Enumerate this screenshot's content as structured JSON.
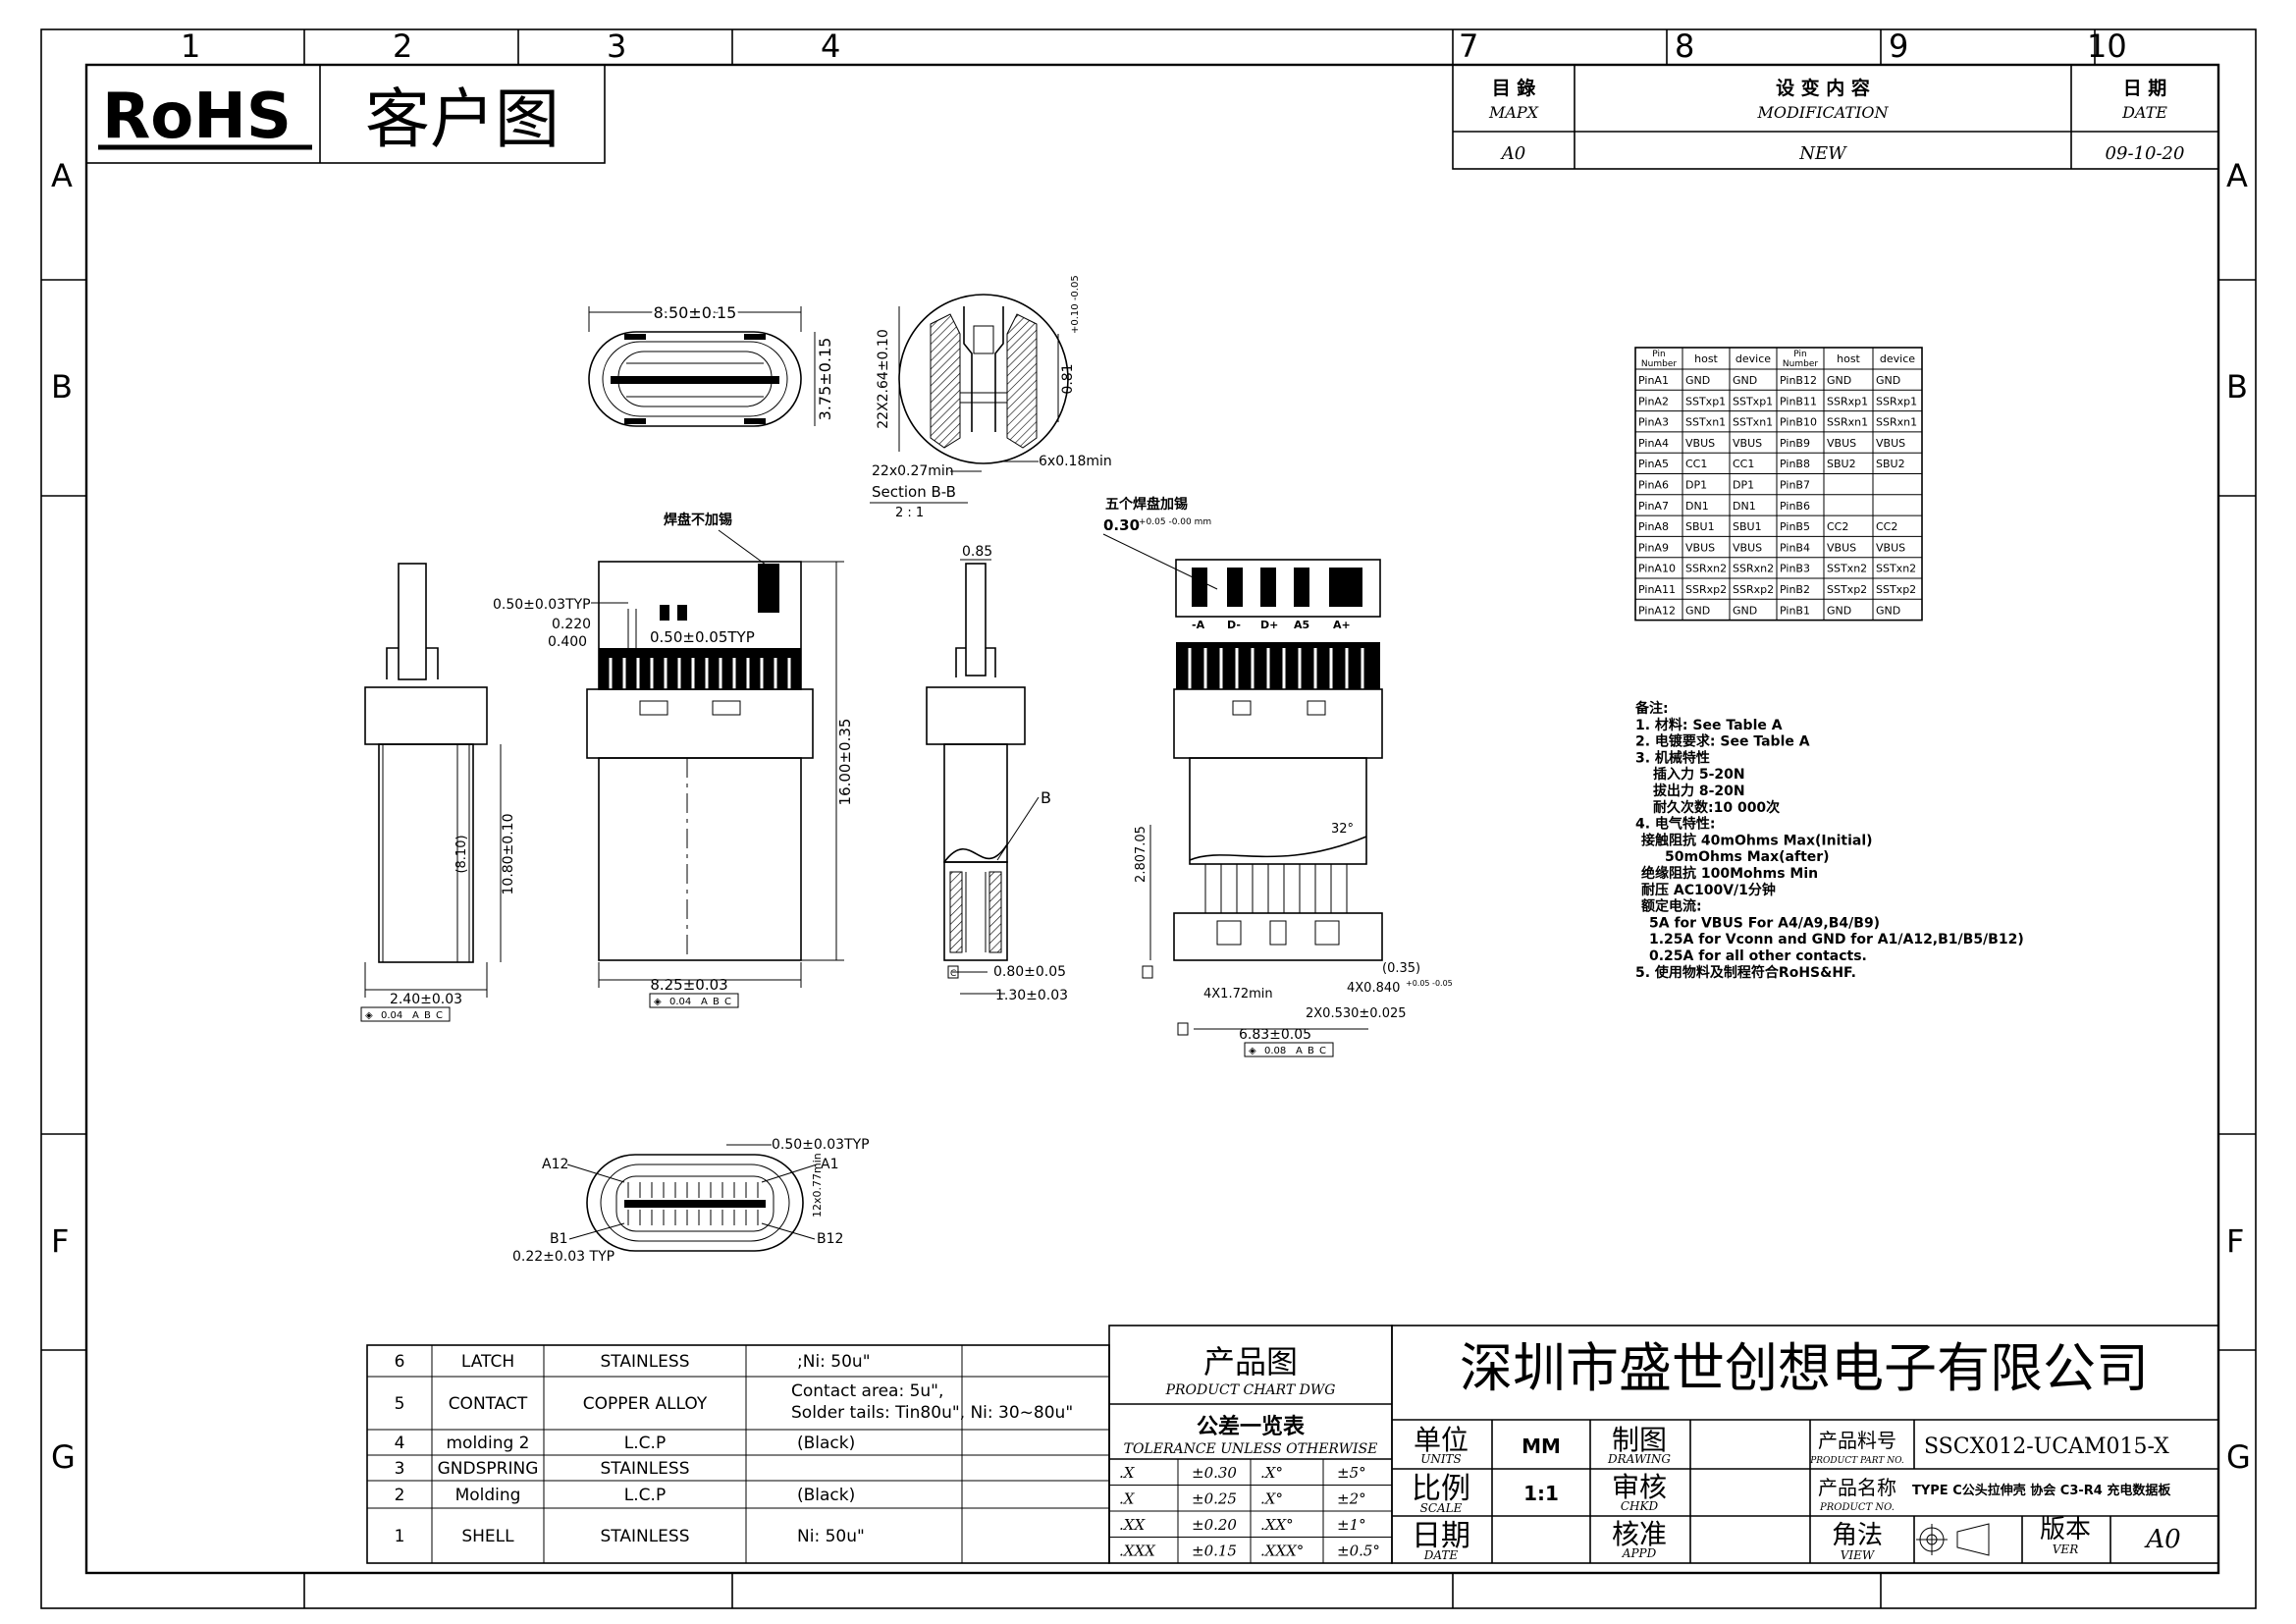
{
  "border": {
    "top_numbers": [
      "1",
      "2",
      "3",
      "4",
      "7",
      "8",
      "9",
      "10"
    ],
    "side_letters": [
      "A",
      "B",
      "F",
      "G"
    ]
  },
  "header": {
    "rohs": "RoHS",
    "doc_type": "客户图"
  },
  "revision": {
    "headers": [
      {
        "cn": "目 錄",
        "en": "MAPX"
      },
      {
        "cn": "设 变 内 容",
        "en": "MODIFICATION"
      },
      {
        "cn": "日 期",
        "en": "DATE"
      }
    ],
    "row": {
      "ver": "A0",
      "mod": "NEW",
      "date": "09-10-20"
    }
  },
  "dimensions": {
    "top_width": "8.50±0.15",
    "top_height": "3.75±0.15",
    "sec_height": "22X2.64±0.10",
    "sec_side": "0.81",
    "sec_side_tol": "+0.10 -0.05",
    "sec_pin": "22x0.27min",
    "sec_min": "6x0.18min",
    "section_label": "Section B-B",
    "section_scale": "2 : 1",
    "note_no_tin": "焊盘不加锡",
    "d_pitch_typ": "0.50±0.03TYP",
    "d_0220": "0.220",
    "d_0400": "0.400",
    "d_pitch2": "0.50±0.05TYP",
    "d_length": "16.00±0.35",
    "d_body": "8.25±0.03",
    "tol_body": "0.04",
    "d_side_h": "10.80±0.10",
    "d_side_ref": "(8.10)",
    "d_side_w": "2.40±0.03",
    "tol_side": "0.04",
    "d_085": "0.85",
    "label_b": "B",
    "d_080": "0.80±0.05",
    "d_130": "1.30±0.03",
    "note_five_tin": "五个焊盘加锡",
    "d_tin_thk": "0.30",
    "d_tin_tol": "+0.05 -0.00 mm",
    "pin_labels": [
      "-A",
      "D-",
      "D+",
      "A5",
      "A+"
    ],
    "d_2807": "2.807.05",
    "d_32": "32°",
    "d_035": "(0.35)",
    "d_4x0840": "4X0.840",
    "d_4x0840_tol": "+0.05 -0.05",
    "d_4x172": "4X1.72min",
    "d_2x0530": "2X0.530±0.025",
    "d_683": "6.83±0.05",
    "tol_pcb": "0.08",
    "datum_a": "A",
    "datum_b": "B",
    "datum_c": "C"
  },
  "front_view": {
    "pitch": "0.50±0.03TYP",
    "a12": "A12",
    "a1": "A1",
    "b1": "B1",
    "b12": "B12",
    "pin_w": "0.22±0.03 TYP",
    "pin_len": "12x0.77min"
  },
  "pin_table": {
    "headers": [
      "Pin Number",
      "host",
      "device",
      "Pin Number",
      "host",
      "device"
    ],
    "rows": [
      [
        "PinA1",
        "GND",
        "GND",
        "PinB12",
        "GND",
        "GND"
      ],
      [
        "PinA2",
        "SSTxp1",
        "SSTxp1",
        "PinB11",
        "SSRxp1",
        "SSRxp1"
      ],
      [
        "PinA3",
        "SSTxn1",
        "SSTxn1",
        "PinB10",
        "SSRxn1",
        "SSRxn1"
      ],
      [
        "PinA4",
        "VBUS",
        "VBUS",
        "PinB9",
        "VBUS",
        "VBUS"
      ],
      [
        "PinA5",
        "CC1",
        "CC1",
        "PinB8",
        "SBU2",
        "SBU2"
      ],
      [
        "PinA6",
        "DP1",
        "DP1",
        "PinB7",
        "",
        ""
      ],
      [
        "PinA7",
        "DN1",
        "DN1",
        "PinB6",
        "",
        ""
      ],
      [
        "PinA8",
        "SBU1",
        "SBU1",
        "PinB5",
        "CC2",
        "CC2"
      ],
      [
        "PinA9",
        "VBUS",
        "VBUS",
        "PinB4",
        "VBUS",
        "VBUS"
      ],
      [
        "PinA10",
        "SSRxn2",
        "SSRxn2",
        "PinB3",
        "SSTxn2",
        "SSTxn2"
      ],
      [
        "PinA11",
        "SSRxp2",
        "SSRxp2",
        "PinB2",
        "SSTxp2",
        "SSTxp2"
      ],
      [
        "PinA12",
        "GND",
        "GND",
        "PinB1",
        "GND",
        "GND"
      ]
    ]
  },
  "notes": [
    "备注:",
    "1. 材料: See Table A",
    "2. 电镀要求: See Table A",
    "3. 机械特性",
    "插入力 5-20N",
    "拔出力 8-20N",
    "耐久次数:10 000次",
    "4. 电气特性:",
    "接触阻抗 40mOhms Max(Initial)",
    "50mOhms Max(after)",
    "绝缘阻抗 100Mohms Min",
    "耐压 AC100V/1分钟",
    "额定电流:",
    "5A for VBUS For A4/A9,B4/B9)",
    "1.25A for Vconn and GND for A1/A12,B1/B5/B12)",
    "0.25A for all other contacts.",
    "5. 使用物料及制程符合RoHS&HF."
  ],
  "materials": [
    {
      "no": "6",
      "name": "LATCH",
      "material": "STAINLESS",
      "finish": ";Ni: 50u\""
    },
    {
      "no": "5",
      "name": "CONTACT",
      "material": "COPPER ALLOY",
      "finish": "Contact area: 5u\",",
      "finish2": "Solder tails: Tin80u\", Ni: 30~80u\""
    },
    {
      "no": "4",
      "name": "molding 2",
      "material": "L.C.P",
      "finish": "(Black)"
    },
    {
      "no": "3",
      "name": "GNDSPRING",
      "material": "STAINLESS",
      "finish": ""
    },
    {
      "no": "2",
      "name": "Molding",
      "material": "L.C.P",
      "finish": "(Black)"
    },
    {
      "no": "1",
      "name": "SHELL",
      "material": "STAINLESS",
      "finish": "Ni: 50u\""
    }
  ],
  "tolerance": {
    "title_cn": "产品图",
    "title_en": "PRODUCT CHART DWG",
    "table_cn": "公差一览表",
    "table_en": "TOLERANCE UNLESS OTHERWISE",
    "rows": [
      [
        ".X",
        "±0.30",
        ".X°",
        "±5°"
      ],
      [
        ".X",
        "±0.25",
        ".X°",
        "±2°"
      ],
      [
        ".XX",
        "±0.20",
        ".XX°",
        "±1°"
      ],
      [
        ".XXX",
        "±0.15",
        ".XXX°",
        "±0.5°"
      ]
    ]
  },
  "title_block": {
    "company": "深圳市盛世创想电子有限公司",
    "units_cn": "单位",
    "units_en": "UNITS",
    "units_val": "MM",
    "scale_cn": "比例",
    "scale_en": "SCALE",
    "scale_val": "1:1",
    "date_cn": "日期",
    "date_en": "DATE",
    "drawing_cn": "制图",
    "drawing_en": "DRAWING",
    "check_cn": "审核",
    "check_en": "CHKD",
    "appd_cn": "核准",
    "appd_en": "APPD",
    "partno_cn": "产品料号",
    "partno_en": "PRODUCT PART NO.",
    "partno_val": "SSCX012-UCAM015-X",
    "pname_cn": "产品名称",
    "pname_en": "PRODUCT NO.",
    "pname_val": "TYPE C公头拉伸壳 协会 C3-R4 充电数据板",
    "view_cn": "角法",
    "view_en": "VIEW",
    "ver_cn": "版本",
    "ver_en": "VER",
    "ver_val": "A0"
  }
}
